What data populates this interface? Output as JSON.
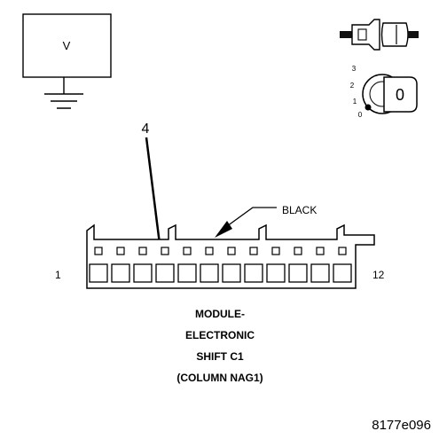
{
  "voltmeter": {
    "label": "V"
  },
  "ignition": {
    "positions": [
      "3",
      "2",
      "1",
      "0"
    ],
    "key_label": "0"
  },
  "callouts": {
    "pin_callout": "4",
    "wire_color": "BLACK"
  },
  "connector": {
    "left_pin": "1",
    "right_pin": "12",
    "caption": [
      "MODULE-",
      "ELECTRONIC",
      "SHIFT C1",
      "(COLUMN NAG1)"
    ]
  },
  "figure_id": "8177e096"
}
